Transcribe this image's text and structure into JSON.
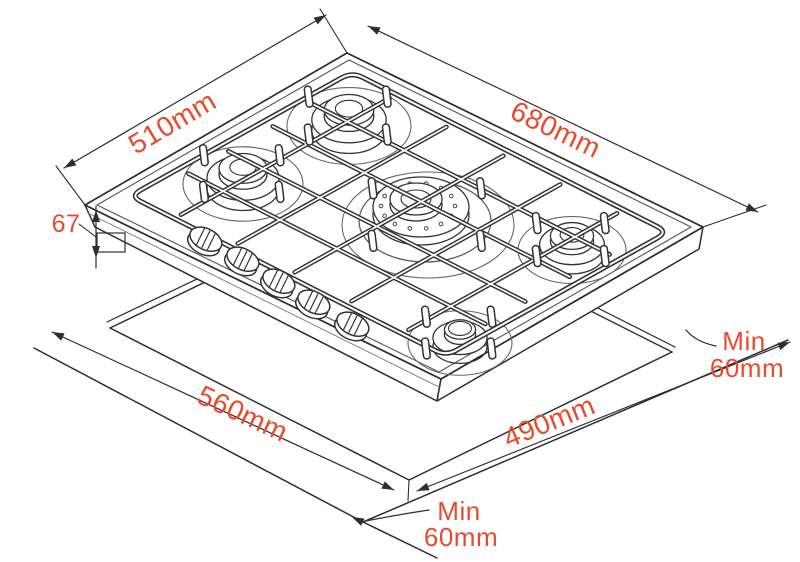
{
  "title": "5-burner gas hob installation dimensions diagram",
  "colors": {
    "dimension_text": "#ea4a2c",
    "line": "#2e2e2e"
  },
  "dimensions": {
    "top_left": "510mm",
    "top_right": "680mm",
    "height": "67",
    "cutout_width": "560mm",
    "cutout_depth": "490mm",
    "clearance_right_line1": "Min",
    "clearance_right_line2": "60mm",
    "clearance_bottom_line1": "Min",
    "clearance_bottom_line2": "60mm"
  }
}
